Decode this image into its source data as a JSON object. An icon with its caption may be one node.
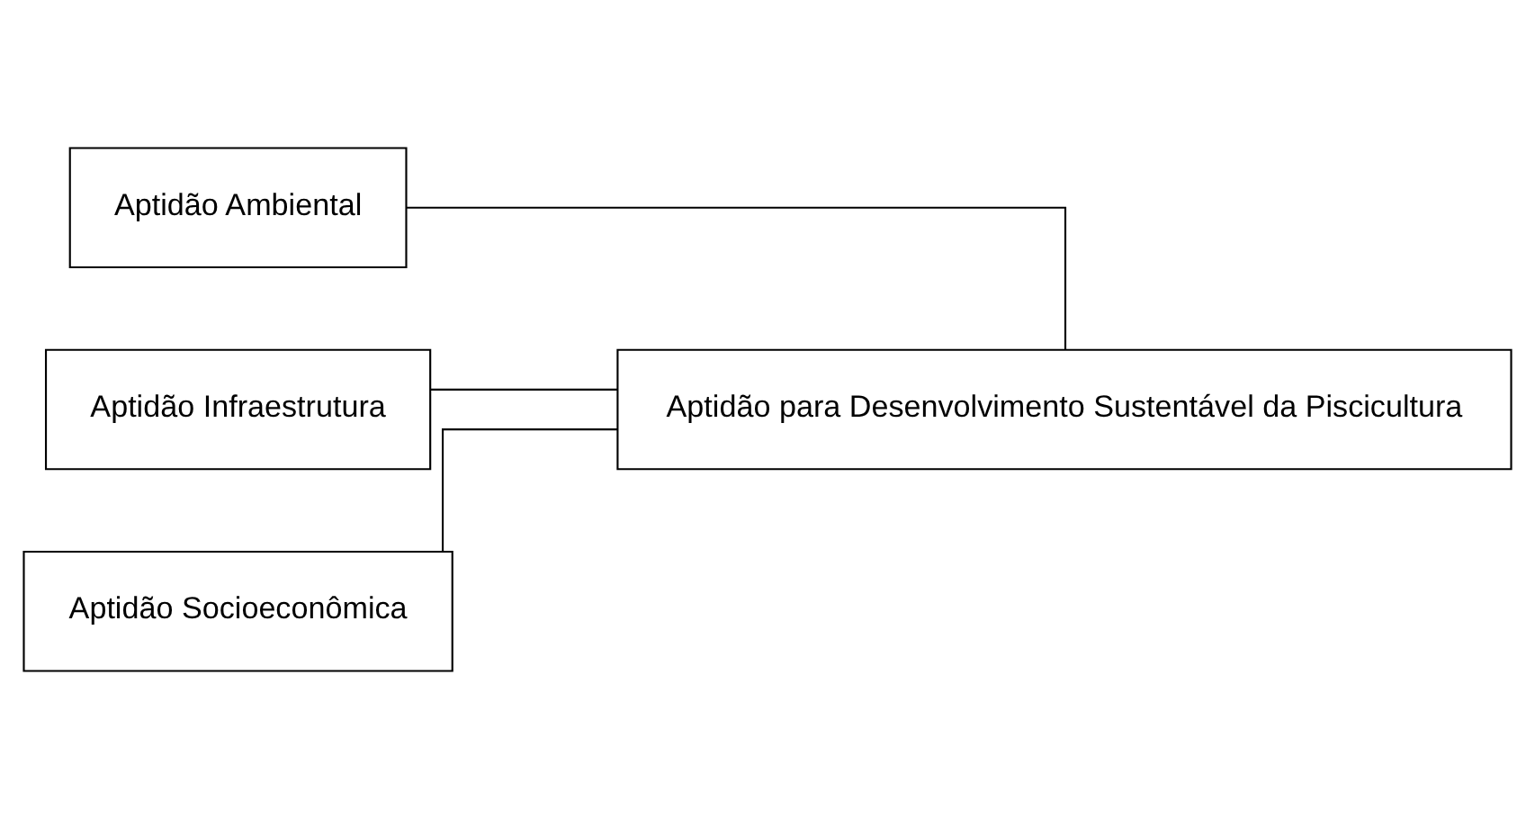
{
  "diagram": {
    "nodes": [
      {
        "text": [
          "Aptidão Ambiental"
        ]
      },
      {
        "text": [
          "Aptidão Infraestrutura"
        ]
      },
      {
        "text": [
          "Aptidão Socioeconômica"
        ]
      },
      {
        "text": [
          "Aptidão para Desenvolvimento Sustentável da Piscicultura"
        ]
      }
    ],
    "edges": [
      {
        "from": 0,
        "to": 3,
        "arrow": "none"
      },
      {
        "from": 1,
        "to": 3,
        "arrow": "none"
      },
      {
        "from": 2,
        "to": 3,
        "arrow": "none"
      }
    ]
  }
}
